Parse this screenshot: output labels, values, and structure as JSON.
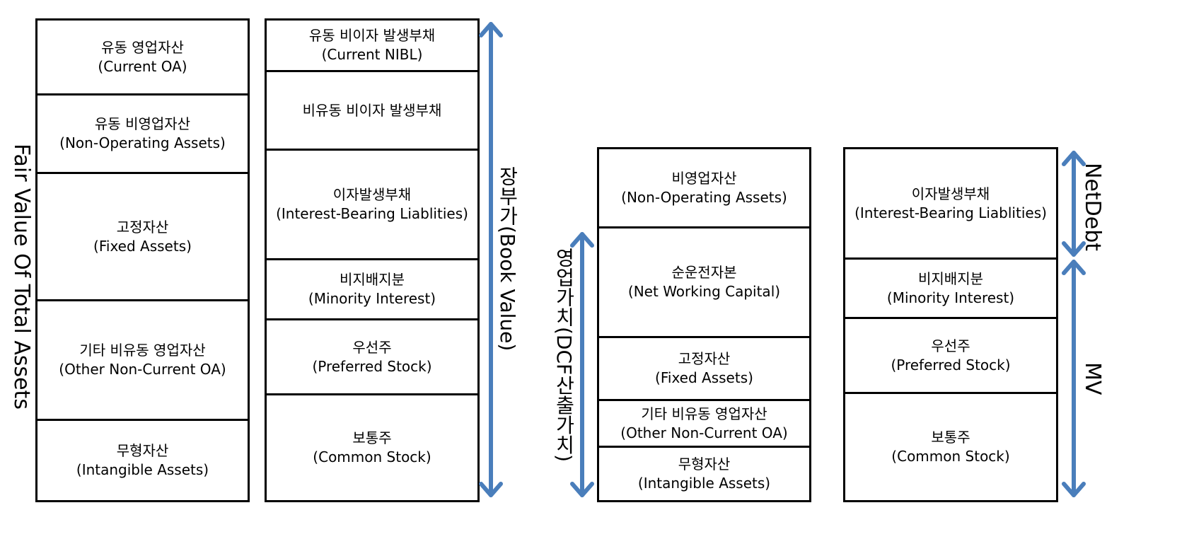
{
  "fair_value": {
    "side_label": "Fair Value Of Total Assets",
    "cells": [
      {
        "ko": "유동 영업자산",
        "en": "(Current OA)"
      },
      {
        "ko": "유동 비영업자산",
        "en": "(Non-Operating Assets)"
      },
      {
        "ko": "고정자산",
        "en": "(Fixed Assets)"
      },
      {
        "ko": "기타 비유동 영업자산",
        "en": "(Other Non-Current OA)"
      },
      {
        "ko": "무형자산",
        "en": "(Intangible Assets)"
      }
    ]
  },
  "book_value": {
    "side_label": "장부가(Book Value)",
    "cells": [
      {
        "ko": "유동 비이자 발생부채",
        "en": "(Current NIBL)"
      },
      {
        "ko": "비유동 비이자 발생부채",
        "en": ""
      },
      {
        "ko": "이자발생부채",
        "en": "(Interest-Bearing Liablities)"
      },
      {
        "ko": "비지배지분",
        "en": "(Minority Interest)"
      },
      {
        "ko": "우선주",
        "en": "(Preferred Stock)"
      },
      {
        "ko": "보통주",
        "en": "(Common Stock)"
      }
    ]
  },
  "operating_value": {
    "side_label": "영업가치(DCF산출가치)",
    "cells": [
      {
        "ko": "비영업자산",
        "en": "(Non-Operating Assets)"
      },
      {
        "ko": "순운전자본",
        "en": "(Net Working Capital)"
      },
      {
        "ko": "고정자산",
        "en": "(Fixed Assets)"
      },
      {
        "ko": "기타 비유동 영업자산",
        "en": "(Other Non-Current OA)"
      },
      {
        "ko": "무형자산",
        "en": "(Intangible Assets)"
      }
    ]
  },
  "market_value": {
    "net_debt_label": "NetDebt",
    "mv_label": "MV",
    "cells": [
      {
        "ko": "이자발생부채",
        "en": "(Interest-Bearing Liablities)"
      },
      {
        "ko": "비지배지분",
        "en": "(Minority Interest)"
      },
      {
        "ko": "우선주",
        "en": "(Preferred Stock)"
      },
      {
        "ko": "보통주",
        "en": "(Common Stock)"
      }
    ]
  },
  "colors": {
    "arrow": "#4a7ebb",
    "border": "#000000"
  }
}
